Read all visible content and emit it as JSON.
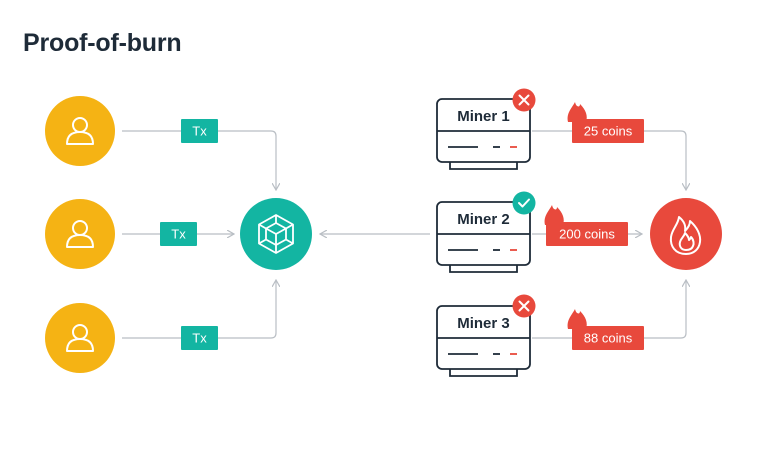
{
  "title": "Proof-of-burn",
  "colors": {
    "user": "#f5b314",
    "tx": "#13b5a2",
    "block": "#13b5a2",
    "burn": "#e8493c",
    "line": "#b9bec4",
    "dark": "#1e2b38"
  },
  "users": [
    {
      "icon": "user-icon",
      "tx_label": "Tx"
    },
    {
      "icon": "user-icon",
      "tx_label": "Tx"
    },
    {
      "icon": "user-icon",
      "tx_label": "Tx"
    }
  ],
  "block_icon": "cube-icon",
  "miners": [
    {
      "label": "Miner 1",
      "status": "rejected",
      "status_icon": "x-icon",
      "burn_label": "25 coins"
    },
    {
      "label": "Miner 2",
      "status": "selected",
      "status_icon": "check-icon",
      "burn_label": "200 coins"
    },
    {
      "label": "Miner 3",
      "status": "rejected",
      "status_icon": "x-icon",
      "burn_label": "88 coins"
    }
  ],
  "burn_icon": "fire-icon"
}
